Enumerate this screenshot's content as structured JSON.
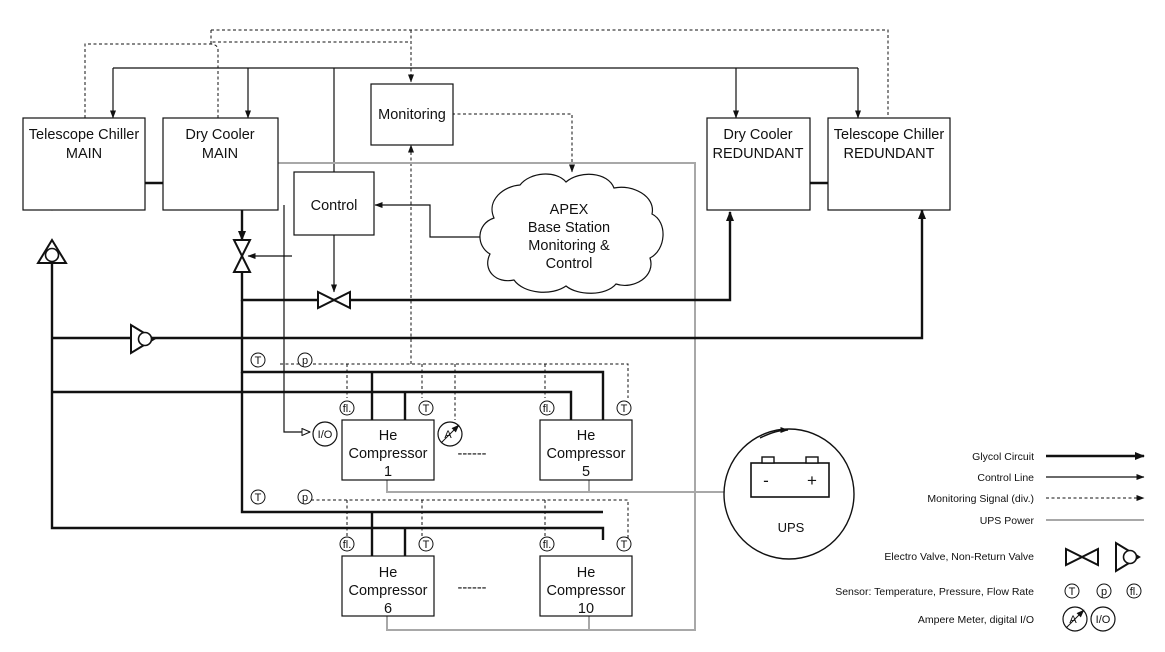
{
  "nodes": {
    "tc_main": [
      "Telescope Chiller",
      "MAIN"
    ],
    "dc_main": [
      "Dry Cooler",
      "MAIN"
    ],
    "monitoring": "Monitoring",
    "control": "Control",
    "dc_red": [
      "Dry Cooler",
      "REDUNDANT"
    ],
    "tc_red": [
      "Telescope Chiller",
      "REDUNDANT"
    ],
    "apex": [
      "APEX",
      "Base Station",
      "Monitoring &",
      "Control"
    ],
    "comp1": [
      "He",
      "Compressor",
      "1"
    ],
    "comp5": [
      "He",
      "Compressor",
      "5"
    ],
    "comp6": [
      "He",
      "Compressor",
      "6"
    ],
    "comp10": [
      "He",
      "Compressor",
      "10"
    ],
    "ups": "UPS",
    "ellipsis": "------"
  },
  "sensors": {
    "temperature": "T",
    "pressure": "p",
    "flow": "fl.",
    "io": "I/O",
    "ampere": "A"
  },
  "ups_symbols": {
    "minus": "-",
    "plus": "+"
  },
  "legend": {
    "glycol": "Glycol Circuit",
    "control": "Control Line",
    "monitoring": "Monitoring Signal (div.)",
    "ups": "UPS Power",
    "valves": "Electro Valve, Non-Return Valve",
    "sensors": "Sensor: Temperature, Pressure, Flow Rate",
    "meters": "Ampere Meter, digital I/O"
  },
  "colors": {
    "line": "#111111",
    "ups_power": "#a8a8a8"
  }
}
